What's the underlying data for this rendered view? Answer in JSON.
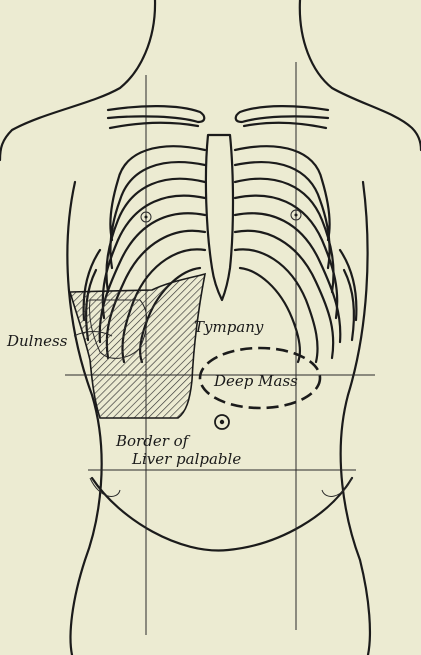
{
  "labels": {
    "dulness": "Dulness",
    "tympany": "Tympany",
    "deep_mass": "Deep Mass",
    "border_line1": "Border of",
    "border_line2": "Liver palpable"
  },
  "colors": {
    "background": "#ecebd2",
    "ink": "#1b1b1b"
  }
}
